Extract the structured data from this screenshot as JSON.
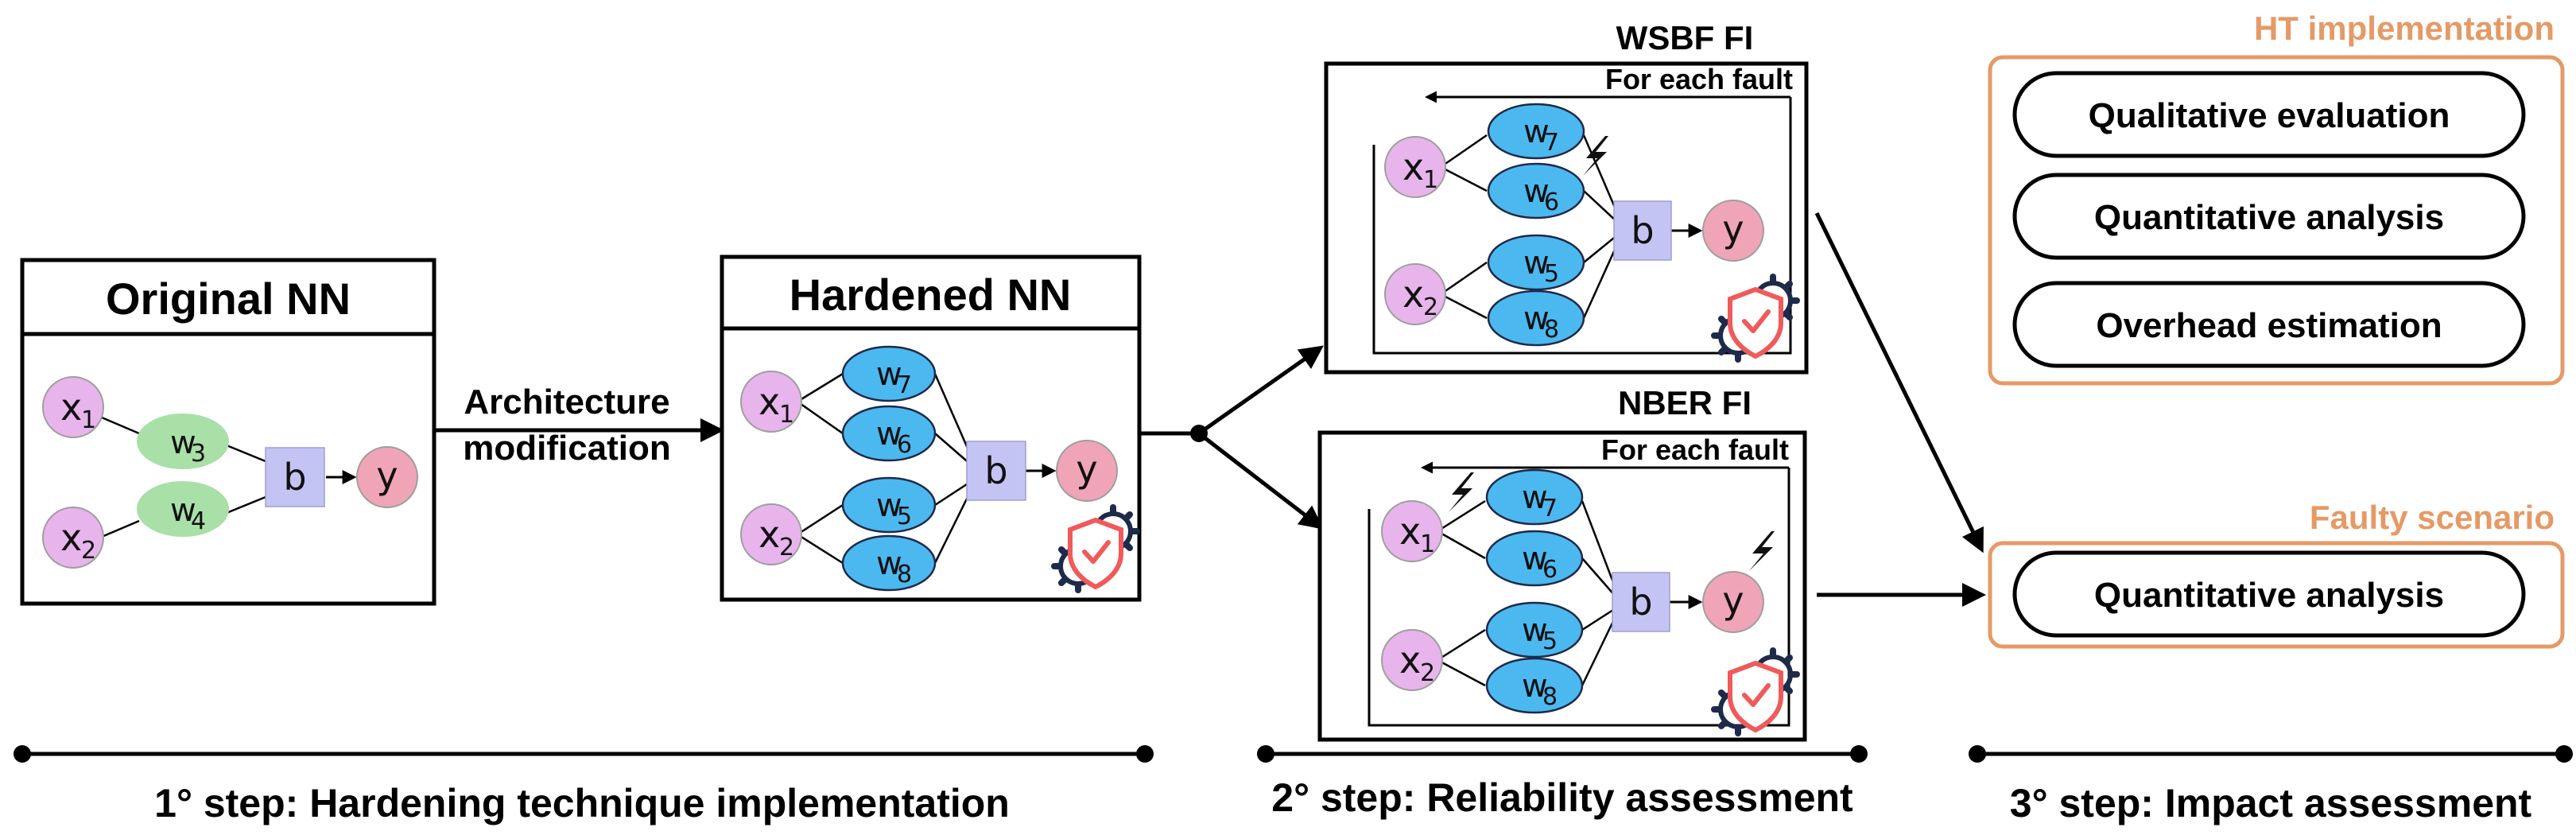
{
  "original": {
    "title": "Original NN"
  },
  "hardened": {
    "title": "Hardened NN"
  },
  "arrow_label": {
    "line1": "Architecture",
    "line2": "modification"
  },
  "wsbf": {
    "title": "WSBF FI",
    "loop_label": "For each fault"
  },
  "nber": {
    "title": "NBER FI",
    "loop_label": "For each fault"
  },
  "nodes": {
    "x1": {
      "base": "x",
      "sub": "1"
    },
    "x2": {
      "base": "x",
      "sub": "2"
    },
    "w3": {
      "base": "w",
      "sub": "3"
    },
    "w4": {
      "base": "w",
      "sub": "4"
    },
    "w5": {
      "base": "w",
      "sub": "5"
    },
    "w6": {
      "base": "w",
      "sub": "6"
    },
    "w7": {
      "base": "w",
      "sub": "7"
    },
    "w8": {
      "base": "w",
      "sub": "8"
    },
    "b": "b",
    "y": "y"
  },
  "ht_implementation": {
    "title": "HT implementation",
    "items": [
      "Qualitative evaluation",
      "Quantitative analysis",
      "Overhead estimation"
    ]
  },
  "faulty_scenario": {
    "title": "Faulty scenario",
    "items": [
      "Quantitative analysis"
    ]
  },
  "steps": [
    "1° step: Hardening technique implementation",
    "2° step: Reliability assessment",
    "3° step: Impact assessment"
  ],
  "colors": {
    "x_node": "#e8b4ec",
    "w_green": "#a8e0a8",
    "w_blue": "#4cb8f0",
    "b_node": "#c4c4f4",
    "y_node": "#f0a4b8",
    "accent_orange": "#e59a66",
    "shield_red": "#f05a5a",
    "gear_navy": "#1e2a4a"
  }
}
